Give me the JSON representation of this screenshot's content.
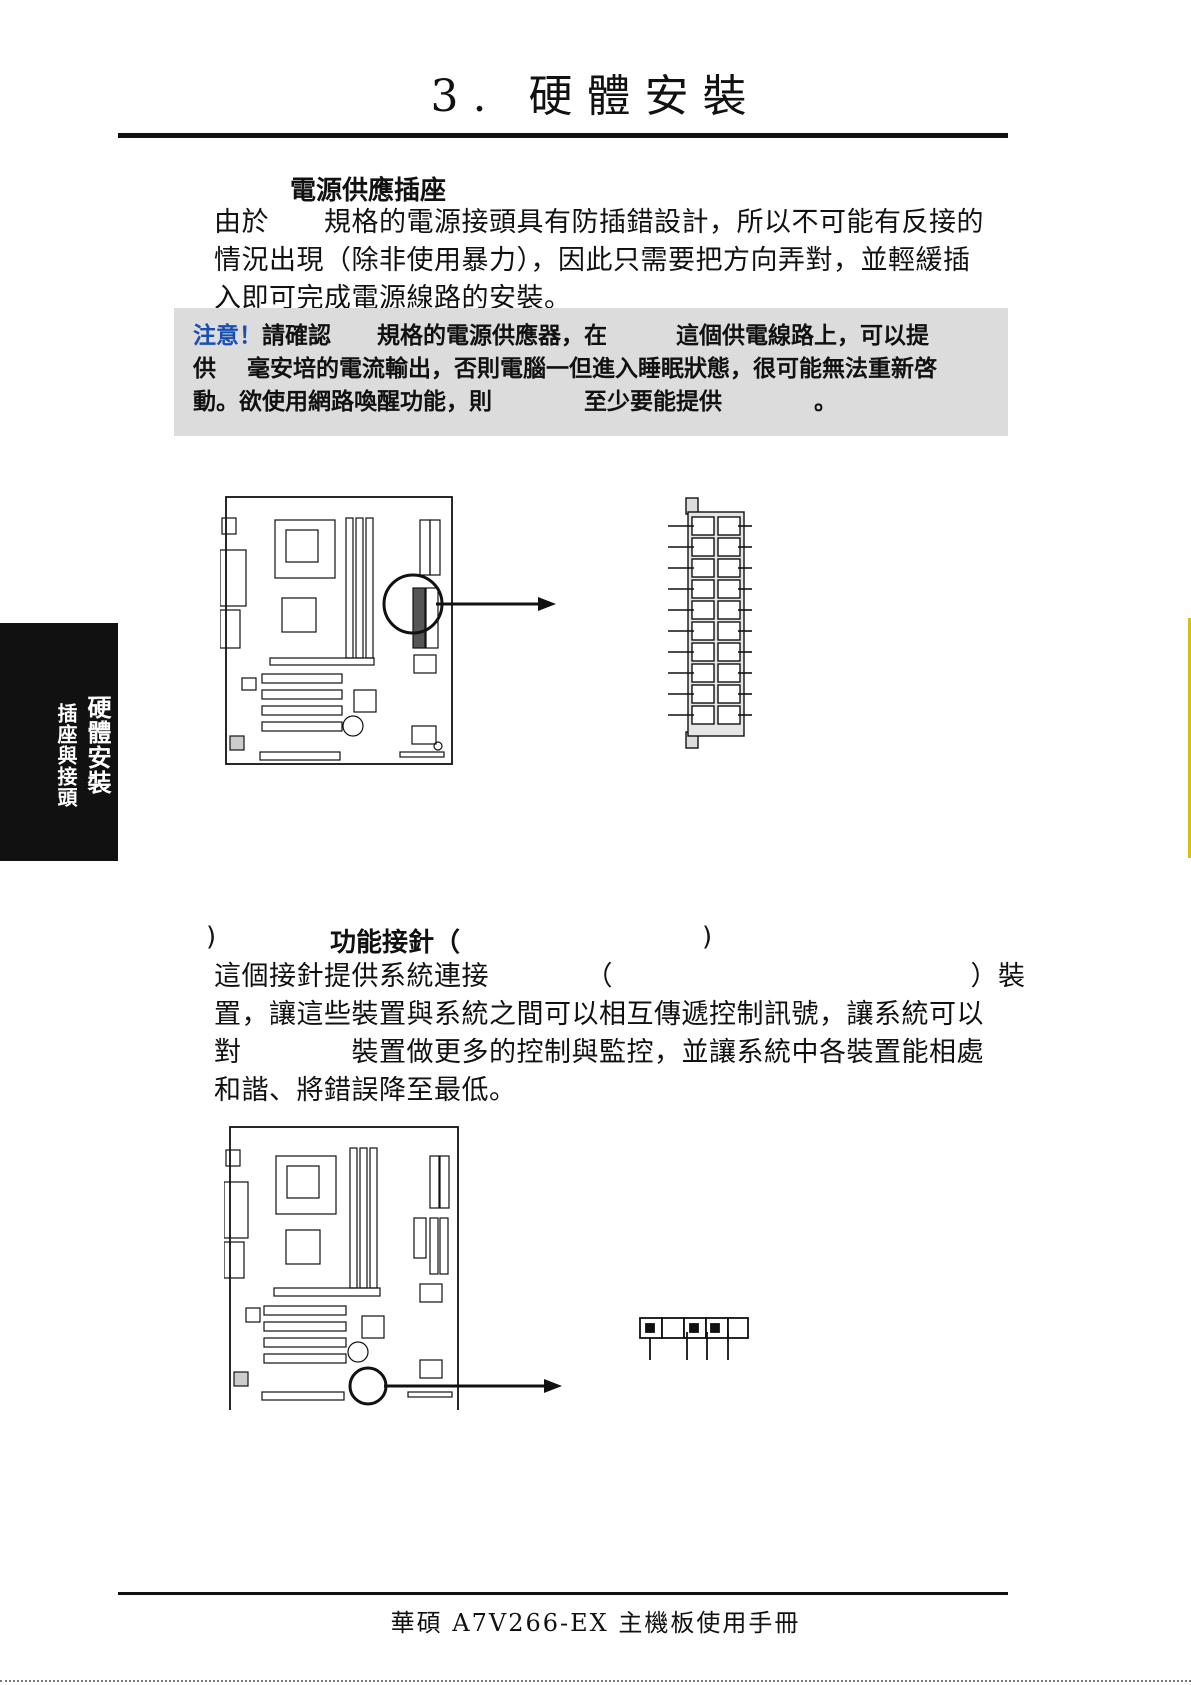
{
  "header": {
    "title": "3. 硬體安裝"
  },
  "section1": {
    "heading": "電源供應插座",
    "paragraph": [
      "由於　　規格的電源接頭具有防插錯設計，所以不可能有反接的",
      "情況出現（除非使用暴力），因此只需要把方向弄對，並輕緩插",
      "入即可完成電源線路的安裝。"
    ],
    "note": {
      "label": "注意！",
      "line1": "請確認　　規格的電源供應器，在　　　這個供電線路上，可以提",
      "line2": "供　 毫安培的電流輸出，否則電腦一但進入睡眠狀態，很可能無法重新啓",
      "line3": "動。欲使用網路喚醒功能，則　　　　至少要能提供　　　　。"
    }
  },
  "section2": {
    "heading_open": ")",
    "heading": "功能接針（",
    "heading_close": ")",
    "paragraph": [
      "這個接針提供系統連接　　　　（　　　　　　　　　　　　　）裝",
      "置，讓這些裝置與系統之間可以相互傳遞控制訊號，讓系統可以",
      "對　　　　裝置做更多的控制與監控，並讓系統中各裝置能相處",
      "和諧、將錯誤降至最低。"
    ]
  },
  "side_tab": {
    "title": "硬體安裝",
    "subtitle": "插座與接頭"
  },
  "footer": {
    "text": "華碩 A7V266-EX 主機板使用手冊"
  },
  "colors": {
    "note_bg": "#dcdcdc",
    "note_label": "#1a4fb0",
    "side_tab_bg": "#111111",
    "edge_mark": "#d8c100"
  }
}
